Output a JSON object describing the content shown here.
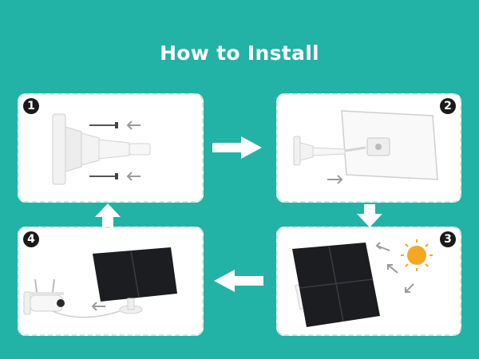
{
  "title": "How to Install",
  "steps": [
    {
      "number": "1"
    },
    {
      "number": "2"
    },
    {
      "number": "3"
    },
    {
      "number": "4"
    }
  ],
  "colors": {
    "background": "#22b2a6",
    "panel": "#ffffff",
    "panel_border": "#c9ecd9",
    "badge": "#1a1a1a",
    "solar_panel": "#1b1d20",
    "sun": "#f5a623",
    "arrow_hint": "#9a9a9a"
  }
}
